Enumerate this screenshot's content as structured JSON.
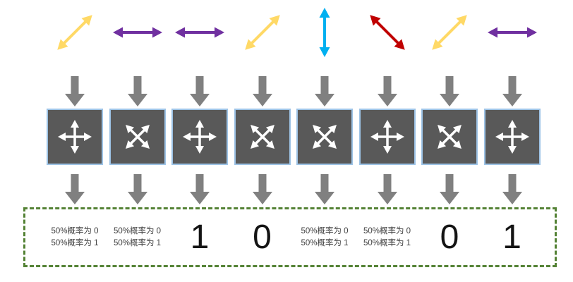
{
  "colors": {
    "photon_yellow": "#FFD966",
    "photon_purple": "#7030A0",
    "photon_cyan": "#00B0F0",
    "photon_red": "#C00000",
    "basis_box_fill": "#595959",
    "basis_box_border": "#9DC3E6",
    "basis_arrow": "#FFFFFF",
    "flow_arrow": "#808080",
    "result_frame_border": "#548235",
    "probability_text": "#3F3F3F",
    "bit_text": "#141414"
  },
  "photons": [
    {
      "orientation": "diagonal-up",
      "angle_deg": 45,
      "color": "#FFD966"
    },
    {
      "orientation": "horizontal",
      "angle_deg": 0,
      "color": "#7030A0"
    },
    {
      "orientation": "horizontal",
      "angle_deg": 0,
      "color": "#7030A0"
    },
    {
      "orientation": "diagonal-up",
      "angle_deg": 45,
      "color": "#FFD966"
    },
    {
      "orientation": "vertical",
      "angle_deg": 90,
      "color": "#00B0F0"
    },
    {
      "orientation": "diagonal-down",
      "angle_deg": 135,
      "color": "#C00000"
    },
    {
      "orientation": "diagonal-up",
      "angle_deg": 45,
      "color": "#FFD966"
    },
    {
      "orientation": "horizontal",
      "angle_deg": 0,
      "color": "#7030A0"
    }
  ],
  "measure_bases": [
    "rectilinear",
    "diagonal",
    "rectilinear",
    "diagonal",
    "diagonal",
    "rectilinear",
    "diagonal",
    "rectilinear"
  ],
  "results": [
    {
      "type": "probability",
      "line1": "50%概率为 0",
      "line2": "50%概率为 1"
    },
    {
      "type": "probability",
      "line1": "50%概率为 0",
      "line2": "50%概率为 1"
    },
    {
      "type": "bit",
      "value": "1"
    },
    {
      "type": "bit",
      "value": "0"
    },
    {
      "type": "probability",
      "line1": "50%概率为 0",
      "line2": "50%概率为 1"
    },
    {
      "type": "probability",
      "line1": "50%概率为 0",
      "line2": "50%概率为 1"
    },
    {
      "type": "bit",
      "value": "0"
    },
    {
      "type": "bit",
      "value": "1"
    }
  ]
}
